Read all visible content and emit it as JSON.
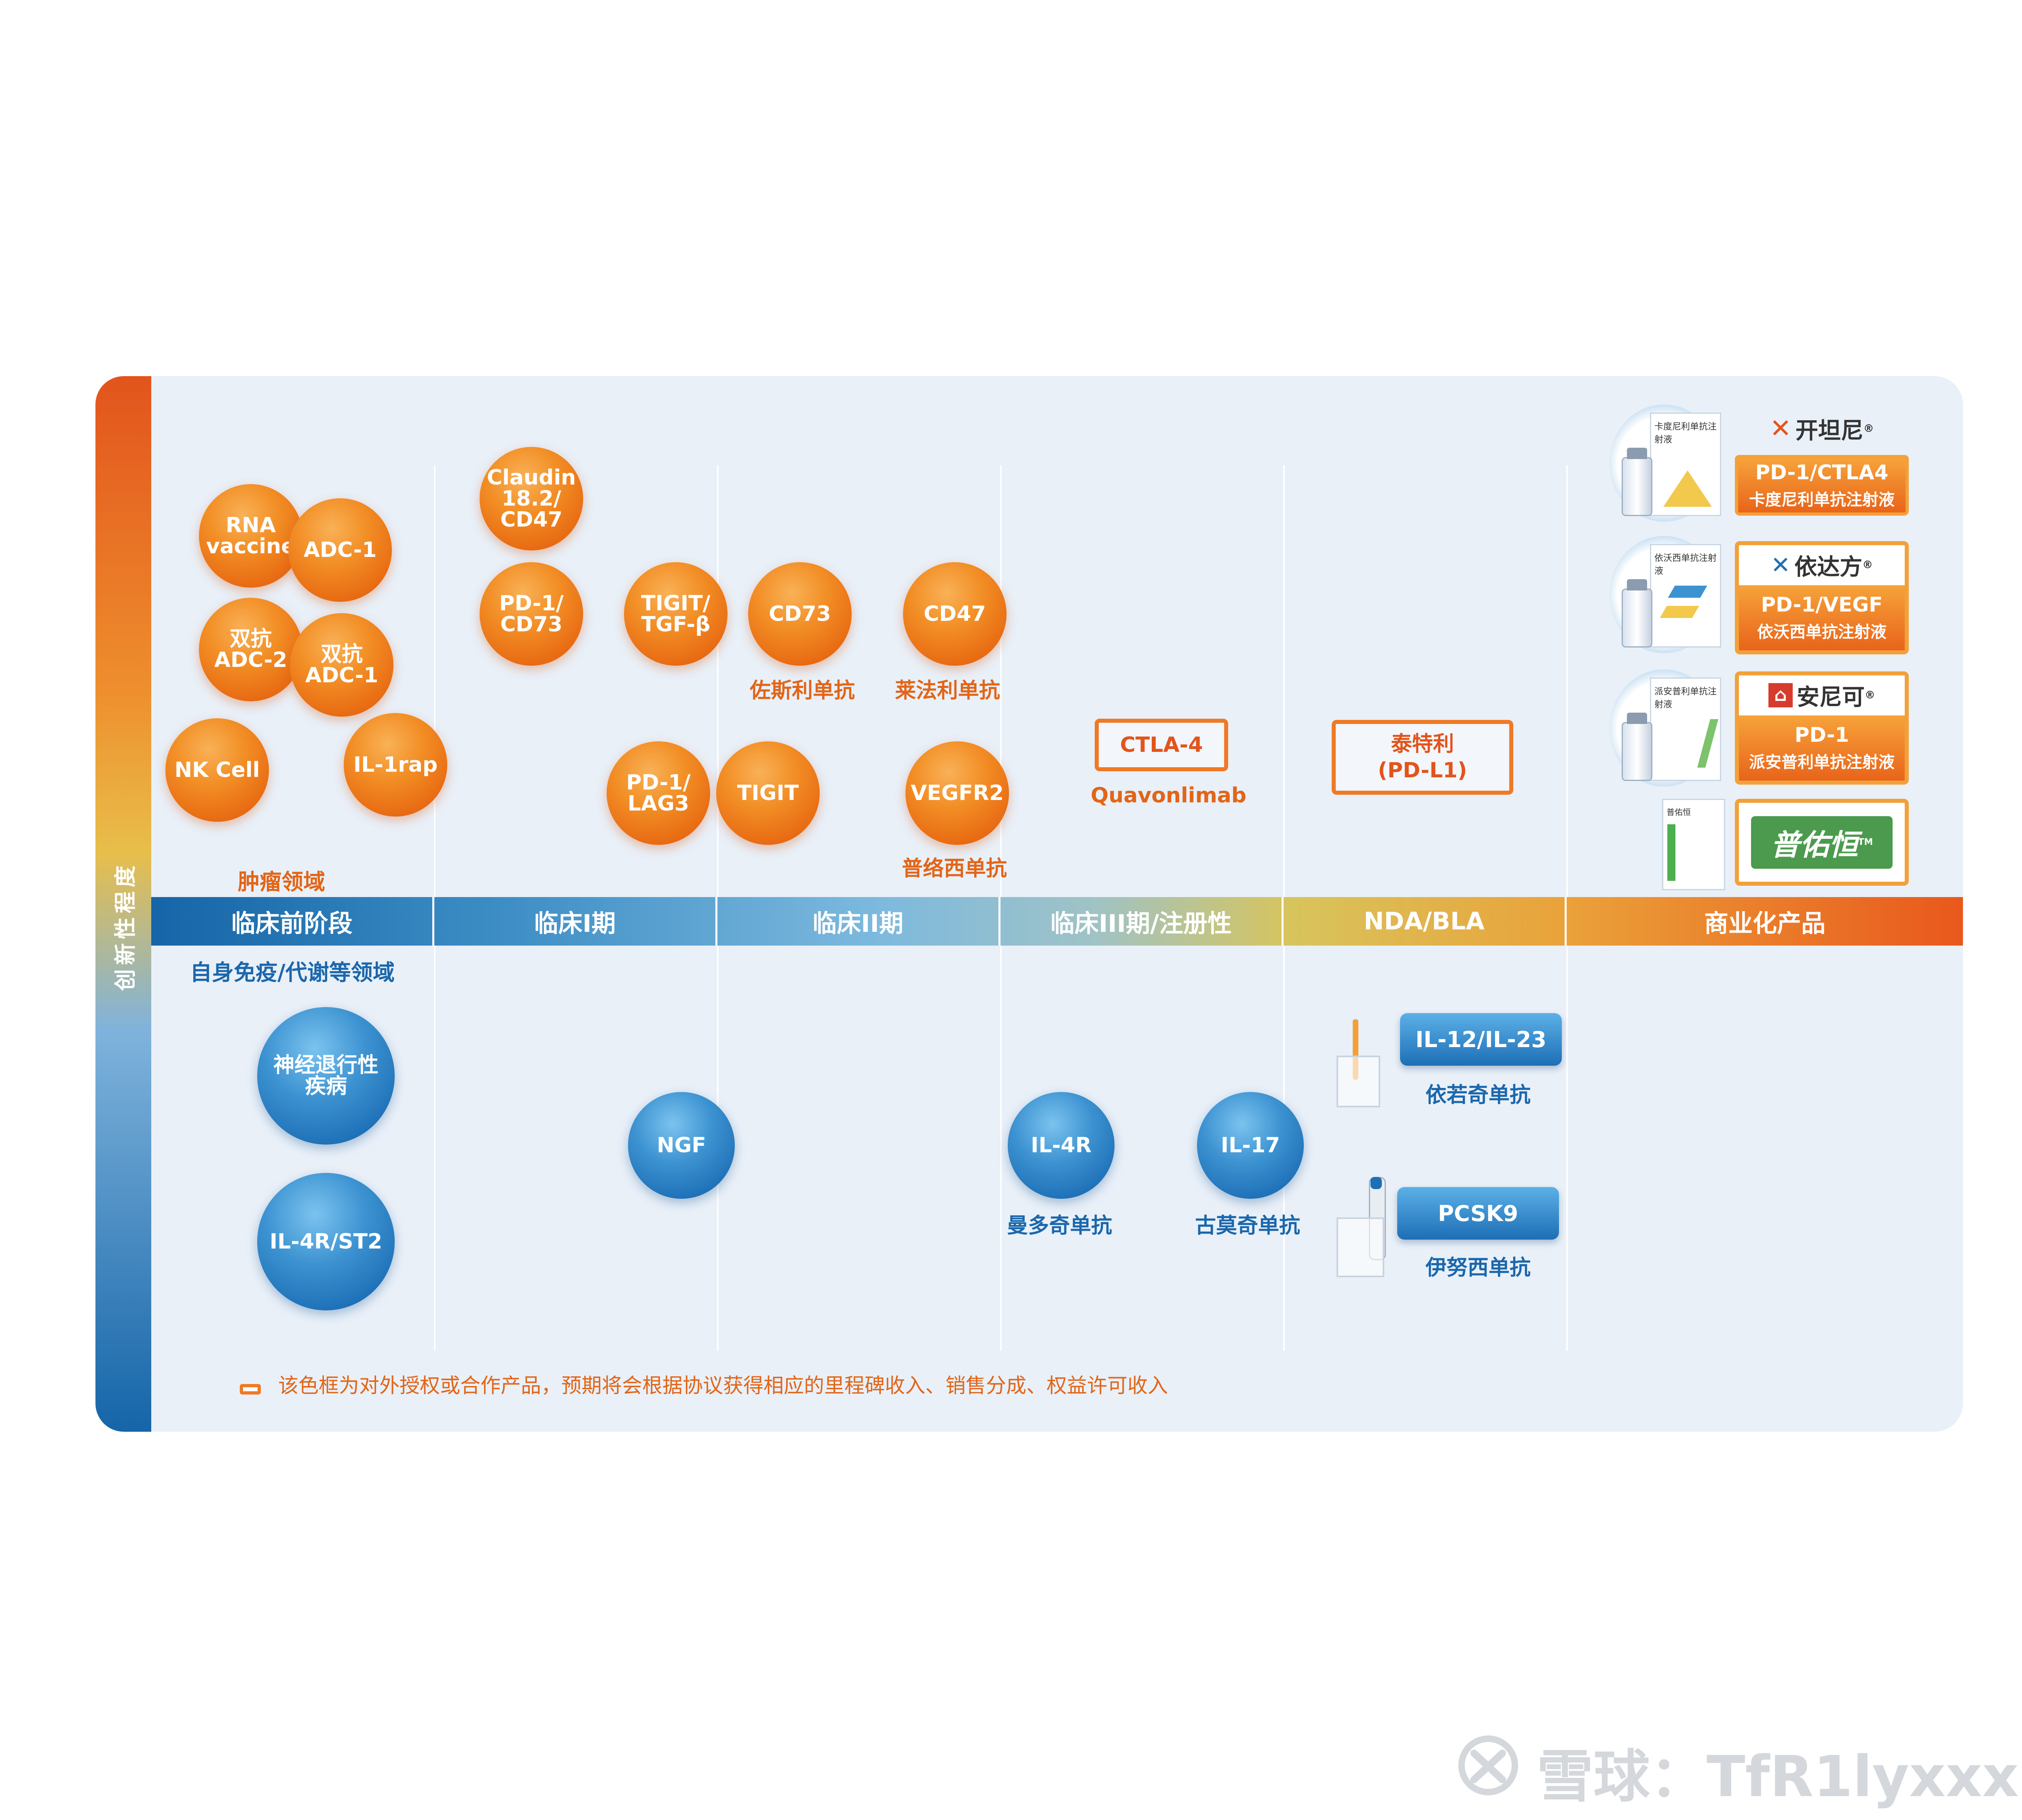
{
  "axis_label": "创新性程度",
  "stages": [
    "临床前阶段",
    "临床I期",
    "临床II期",
    "临床III期/注册性",
    "NDA/BLA",
    "商业化产品"
  ],
  "sections": {
    "oncology": "肿瘤领域",
    "immunology": "自身免疫/代谢等领域"
  },
  "oncology_balls": {
    "rna_vaccine": "RNA\nvaccine",
    "adc1": "ADC-1",
    "bispecific_adc2": "双抗\nADC-2",
    "bispecific_adc1": "双抗\nADC-1",
    "nk_cell": "NK Cell",
    "il1rap": "IL-1rap",
    "claudin": "Claudin\n18.2/\nCD47",
    "pd1_cd73": "PD-1/\nCD73",
    "tigit_tgfb": "TIGIT/\nTGF-β",
    "pd1_lag3": "PD-1/\nLAG3",
    "tigit": "TIGIT",
    "cd73": "CD73",
    "cd47": "CD47",
    "vegfr2": "VEGFR2"
  },
  "oncology_labels": {
    "cd73_drug": "佐斯利单抗",
    "cd47_drug": "莱法利单抗",
    "vegfr2_drug": "普络西单抗",
    "ctla4_drug": "Quavonlimab"
  },
  "partner_boxes": {
    "ctla4": "CTLA-4",
    "tislelizumab": "泰特利\n(PD-L1)"
  },
  "immunology_balls": {
    "neuro": "神经退行性\n疾病",
    "il4r_st2": "IL-4R/ST2",
    "ngf": "NGF",
    "il4r": "IL-4R",
    "il17": "IL-17"
  },
  "immunology_labels": {
    "il4r_drug": "曼多奇单抗",
    "il17_drug": "古莫奇单抗",
    "il12_drug": "依若奇单抗",
    "pcsk9_drug": "伊努西单抗"
  },
  "nda_boxes": {
    "il12_23": "IL-12/IL-23",
    "pcsk9": "PCSK9"
  },
  "products": [
    {
      "brand": "开坦尼",
      "mark": "®",
      "target": "PD-1/CTLA4",
      "name": "卡度尼利单抗注射液",
      "pack_text": "卡度尼利单抗注射液"
    },
    {
      "brand": "依达方",
      "mark": "®",
      "target": "PD-1/VEGF",
      "name": "依沃西单抗注射液",
      "pack_text": "依沃西单抗注射液"
    },
    {
      "brand": "安尼可",
      "mark": "®",
      "target": "PD-1",
      "name": "派安普利单抗注射液",
      "pack_text": "派安普利单抗注射液"
    },
    {
      "brand": "普佑恒",
      "mark": "TM",
      "pack_text": "普佑恒"
    }
  ],
  "legend": "该色框为对外授权或合作产品，预期将会根据协议获得相应的里程碑收入、销售分成、权益许可收入",
  "watermark": "雪球：TfR1lyxxx",
  "colors": {
    "orange": "#e9641a",
    "blue": "#1d6fb6",
    "partner_border": "#ef7a26",
    "panel": "#e9f0f8"
  }
}
